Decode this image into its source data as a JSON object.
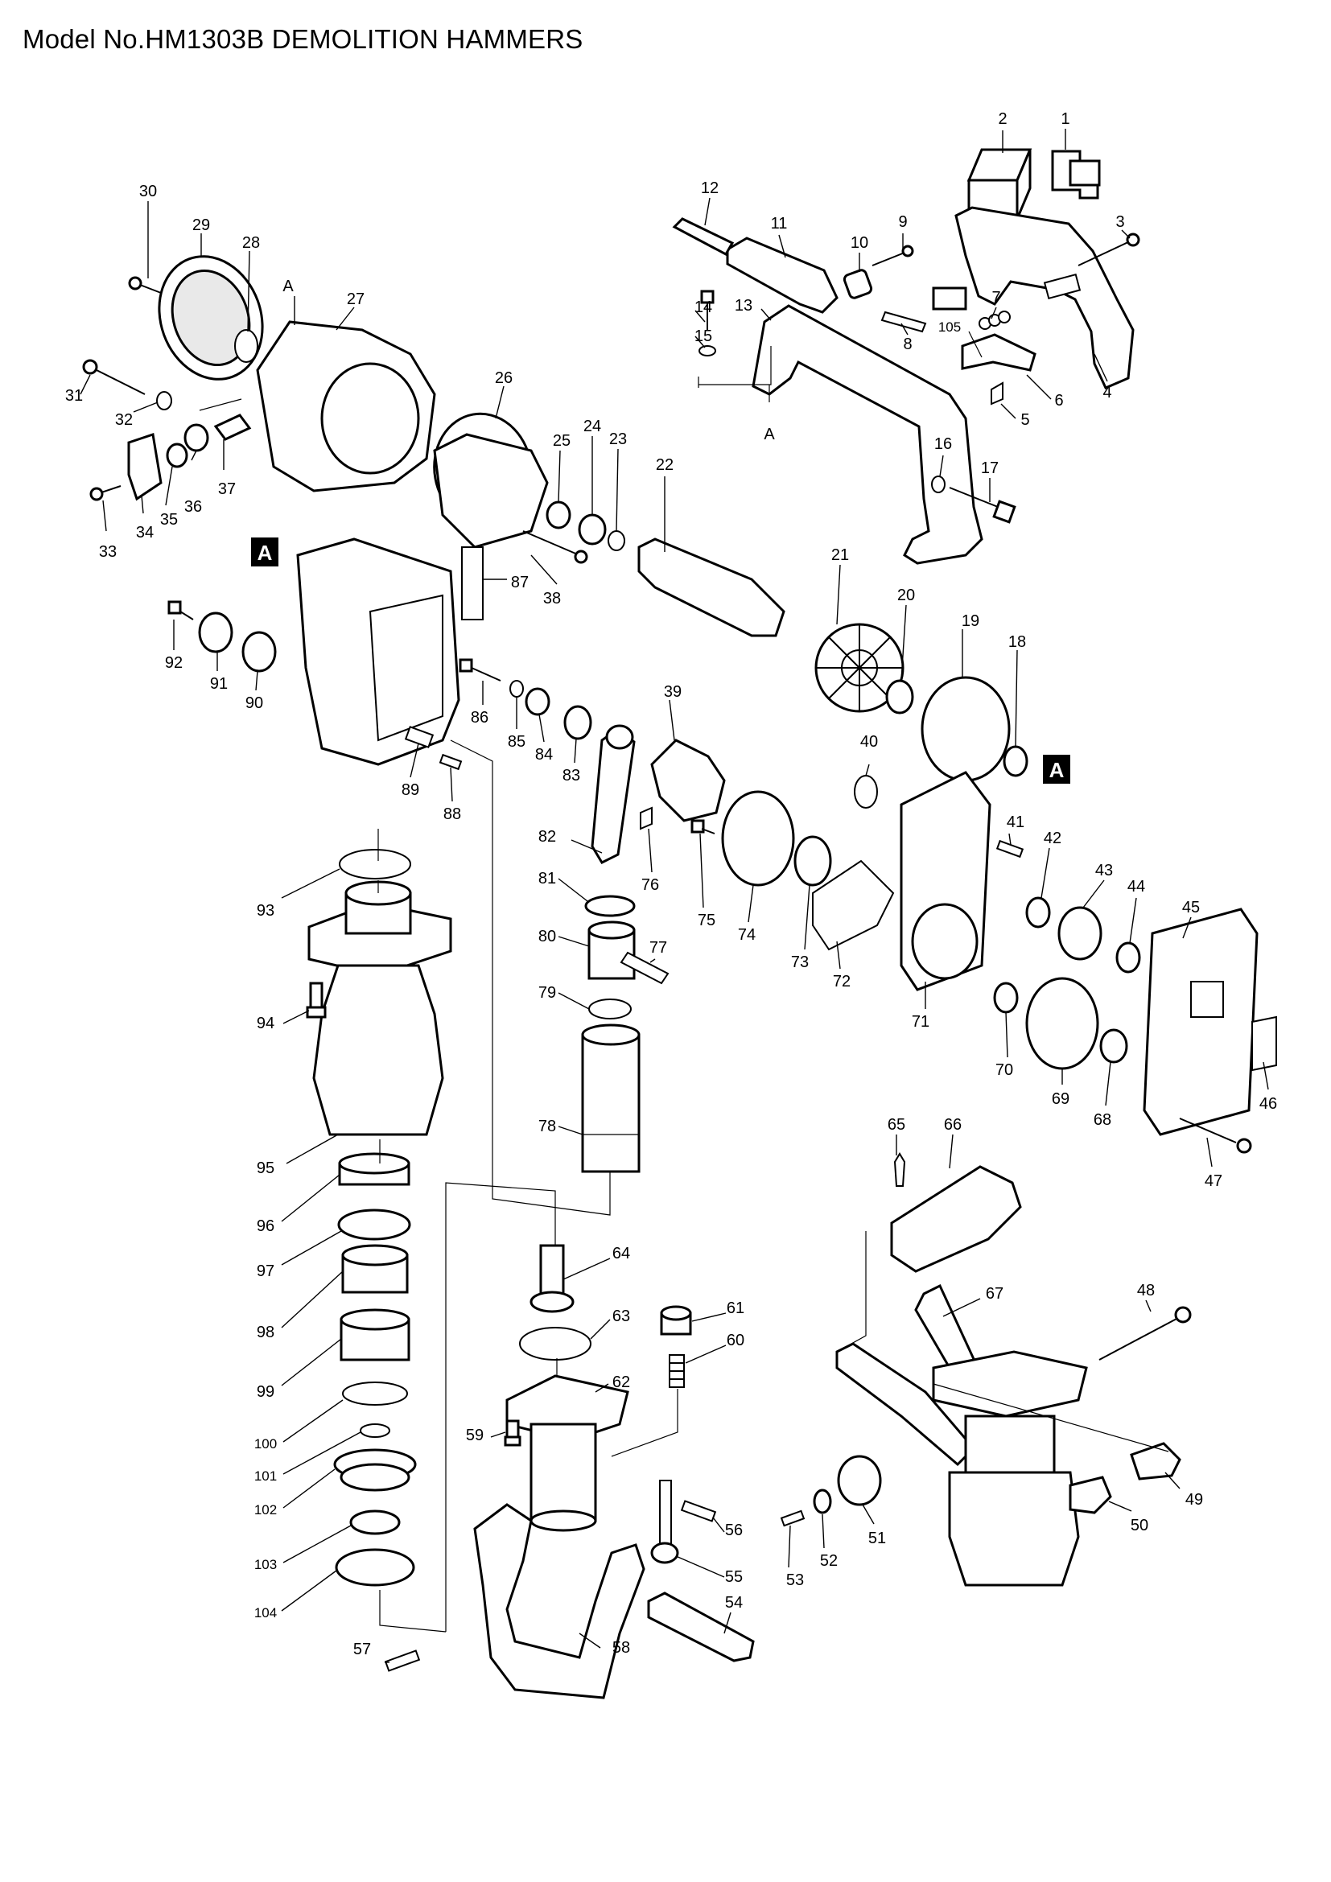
{
  "header": {
    "title": "Model No.HM1303B DEMOLITION HAMMERS"
  },
  "diagram": {
    "ref_marks": {
      "box_mark": "A",
      "plain_mark": "A"
    },
    "parts": [
      "1",
      "2",
      "3",
      "4",
      "5",
      "6",
      "7",
      "8",
      "9",
      "10",
      "11",
      "12",
      "13",
      "14",
      "15",
      "16",
      "17",
      "18",
      "19",
      "20",
      "21",
      "22",
      "23",
      "24",
      "25",
      "26",
      "27",
      "28",
      "29",
      "30",
      "31",
      "32",
      "33",
      "34",
      "35",
      "36",
      "37",
      "38",
      "39",
      "40",
      "41",
      "42",
      "43",
      "44",
      "45",
      "46",
      "47",
      "48",
      "49",
      "50",
      "51",
      "52",
      "53",
      "54",
      "55",
      "56",
      "57",
      "58",
      "59",
      "60",
      "61",
      "62",
      "63",
      "64",
      "65",
      "66",
      "67",
      "68",
      "69",
      "70",
      "71",
      "72",
      "73",
      "74",
      "75",
      "76",
      "77",
      "78",
      "79",
      "80",
      "81",
      "82",
      "83",
      "84",
      "85",
      "86",
      "87",
      "88",
      "89",
      "90",
      "91",
      "92",
      "93",
      "94",
      "95",
      "96",
      "97",
      "98",
      "99",
      "100",
      "101",
      "102",
      "103",
      "104",
      "105"
    ]
  }
}
